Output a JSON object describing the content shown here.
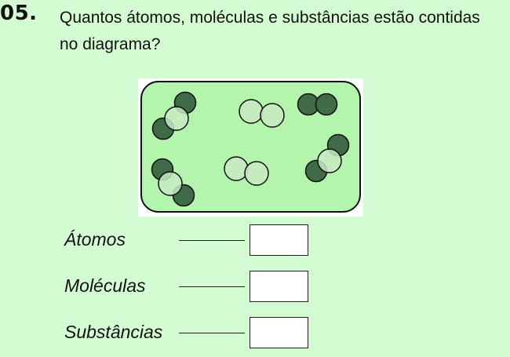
{
  "question": {
    "number": "05.",
    "text": "Quantos átomos, moléculas e substâncias estão contidas no diagrama?"
  },
  "diagram": {
    "colors": {
      "background": "#b4f5ad",
      "dark_atom": "#3f6b47",
      "light_atom": "#c6ebc1",
      "outline": "#111111"
    }
  },
  "answers": [
    {
      "label": "Átomos"
    },
    {
      "label": "Moléculas"
    },
    {
      "label": "Substâncias"
    }
  ]
}
